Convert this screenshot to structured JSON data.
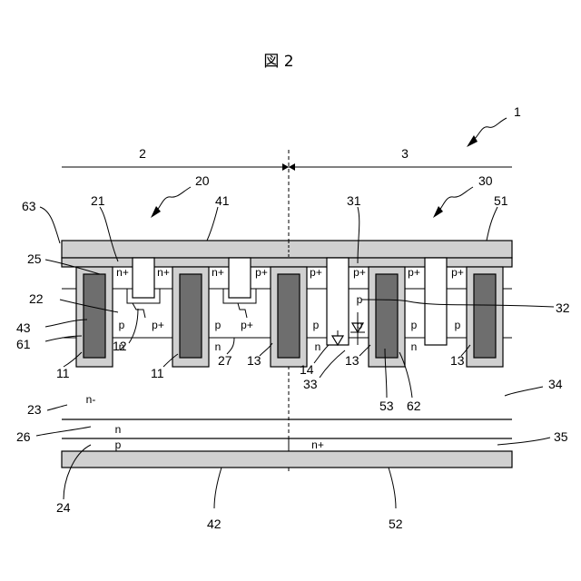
{
  "figure": {
    "title": "図 2"
  },
  "regions": {
    "left": "2",
    "right": "3"
  },
  "labels": {
    "device": "1",
    "n20": "20",
    "n30": "30",
    "n63": "63",
    "n21": "21",
    "n41": "41",
    "n31": "31",
    "n51": "51",
    "n25": "25",
    "n22": "22",
    "n32": "32",
    "n43": "43",
    "n61": "61",
    "n11a": "11",
    "n12": "12",
    "n11b": "11",
    "n27": "27",
    "n13a": "13",
    "n14": "14",
    "n33": "33",
    "n13b": "13",
    "n53": "53",
    "n62": "62",
    "n13c": "13",
    "n34": "34",
    "n23": "23",
    "n26": "26",
    "n35": "35",
    "n24": "24",
    "n42": "42",
    "n52": "52"
  },
  "doping": {
    "nplus_1": "n+",
    "nplus_2": "n+",
    "nplus_3": "n+",
    "pplus_a": "p+",
    "pplus_b": "p+",
    "pplus_c": "p+",
    "pplus_d": "p+",
    "pplus_e": "p+",
    "pplus_low1": "p+",
    "pplus_low2": "p+",
    "p_1": "p",
    "p_2": "p",
    "p_3": "p",
    "p_4": "p",
    "p_5": "p",
    "p_6": "p",
    "p_7": "p",
    "n_1": "n",
    "n_2": "n",
    "n_3": "n",
    "n_4": "n",
    "nminus": "n-",
    "n_buffer": "n",
    "p_collector": "p",
    "nplus_drain": "n+"
  },
  "colors": {
    "electrode": "#d0d0d0",
    "gate": "#6e6e6e",
    "line": "#000000"
  }
}
